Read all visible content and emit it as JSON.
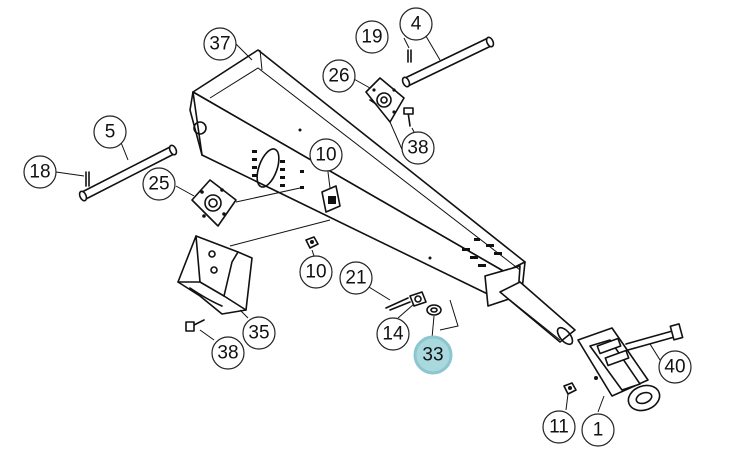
{
  "highlight_color": "#a9d8df",
  "callouts": {
    "c1": "1",
    "c4": "4",
    "c5": "5",
    "c10a": "10",
    "c10b": "10",
    "c11": "11",
    "c14": "14",
    "c18": "18",
    "c19": "19",
    "c21": "21",
    "c25": "25",
    "c26": "26",
    "c33": "33",
    "c35": "35",
    "c37": "37",
    "c38a": "38",
    "c38b": "38",
    "c40": "40"
  },
  "highlighted_part": "33"
}
